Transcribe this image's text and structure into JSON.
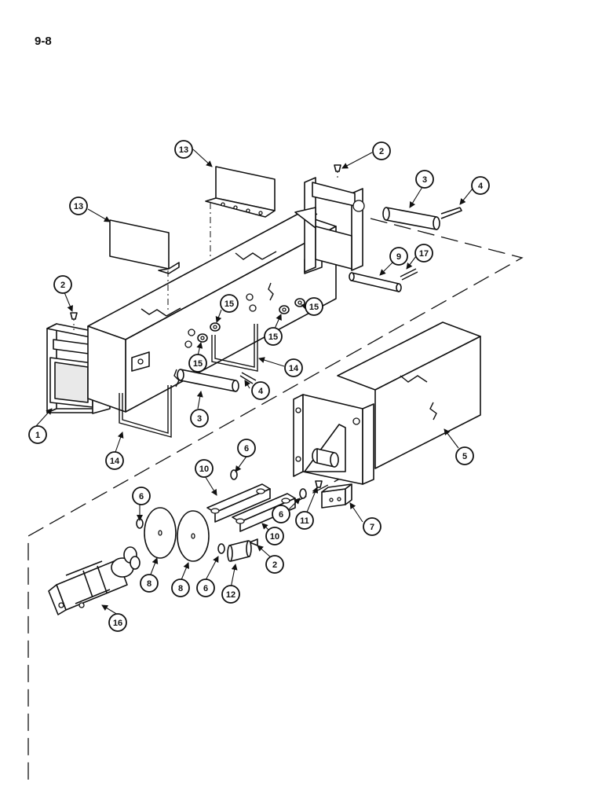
{
  "page_number": "9-8",
  "callouts": [
    "1",
    "2",
    "2",
    "2",
    "3",
    "3",
    "4",
    "4",
    "5",
    "6",
    "6",
    "6",
    "6",
    "7",
    "8",
    "8",
    "9",
    "10",
    "10",
    "11",
    "12",
    "13",
    "13",
    "14",
    "14",
    "15",
    "15",
    "15",
    "15",
    "16",
    "17"
  ],
  "colors": {
    "ink": "#111111",
    "paper": "#ffffff",
    "shade": "#e9e9e9"
  }
}
